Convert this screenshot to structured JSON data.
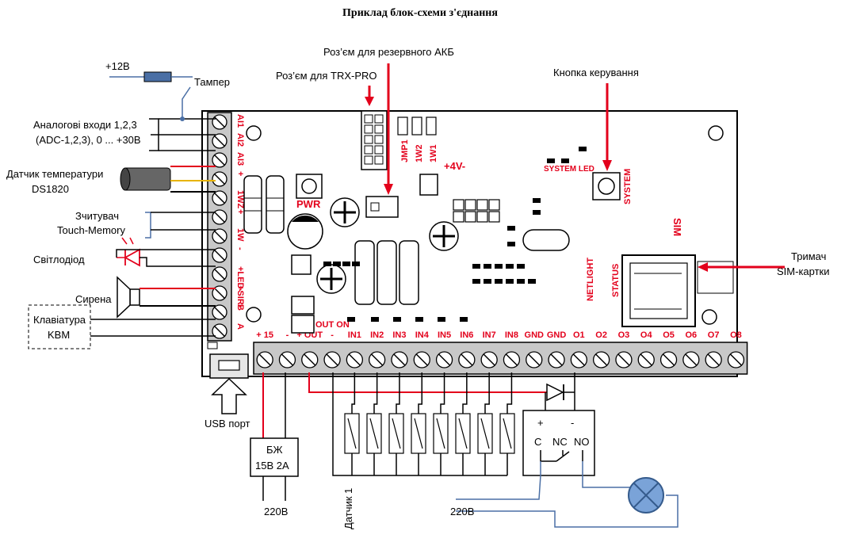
{
  "title": "Приклад блок-схеми з'єднання",
  "labels": {
    "plus12": "+12В",
    "tamper": "Тампер",
    "analog_line1": "Аналогові входи 1,2,3",
    "analog_line2": "(ADC-1,2,3), 0 ... +30В",
    "temp_line1": "Датчик температури",
    "temp_line2": "DS1820",
    "reader_line1": "Зчитувач",
    "reader_line2": "Touch-Memory",
    "led": "Світлодіод",
    "siren": "Сирена",
    "keypad_line1": "Клавіатура",
    "keypad_line2": "KBM",
    "usb_port": "USB порт",
    "psu_line1": "БЖ",
    "psu_line2": "15В 2А",
    "mains_left": "220В",
    "mains_right": "220В",
    "sensor1": "Датчик 1",
    "trx_connector": "Роз’єм для TRX-PRO",
    "battery_connector": "Роз’єм для резервного АКБ",
    "control_button": "Кнопка керування",
    "sim_holder_line1": "Тримач",
    "sim_holder_line2": "SIM-картки"
  },
  "board": {
    "left_terminals": [
      "AI1",
      "AI2",
      "AI3",
      "+",
      "1WZ",
      "+",
      "1W",
      "-",
      "+LED-",
      "+SIR-",
      "B",
      "A"
    ],
    "bottom_terminals": [
      "+ 15",
      "-",
      "+ OUT",
      "-",
      "IN1",
      "IN2",
      "IN3",
      "IN4",
      "IN5",
      "IN6",
      "IN7",
      "IN8",
      "GND",
      "GND",
      "O1",
      "O2",
      "O3",
      "O4",
      "O5",
      "O6",
      "O7",
      "O8"
    ],
    "pwr": "PWR",
    "out_on": "OUT ON",
    "v4": "+4V-",
    "jumpers": [
      "JMP1",
      "1W2",
      "1W1"
    ],
    "system_led": "SYSTEM LED",
    "system": "SYSTEM",
    "sim": "SIM",
    "netlight": "NETLIGHT",
    "status": "STATUS"
  },
  "relay": {
    "plus": "+",
    "minus": "-",
    "c": "C",
    "nc": "NC",
    "no": "NO"
  },
  "colors": {
    "accent_red": "#e3001b",
    "board_fill": "#ffffff",
    "terminal_gray": "#c8c8c8",
    "wire_blue": "#4a6fa5"
  }
}
